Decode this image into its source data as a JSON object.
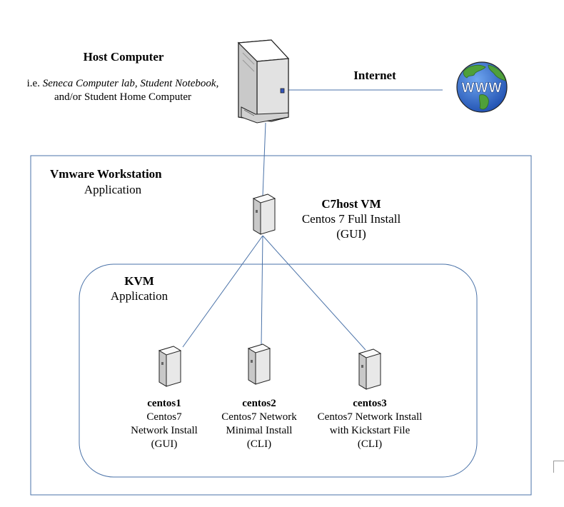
{
  "host": {
    "title": "Host Computer",
    "desc_prefix": "i.e. ",
    "desc_italic": "Seneca Computer lab, Student Notebook,",
    "desc_line2": "and/or Student Home Computer"
  },
  "internet": {
    "label": "Internet",
    "globe_text": "WWW"
  },
  "vmware": {
    "title": "Vmware Workstation",
    "subtitle": "Application"
  },
  "c7host": {
    "title": "C7host VM",
    "line1": "Centos 7 Full Install",
    "line2": "(GUI)"
  },
  "kvm": {
    "title": "KVM",
    "subtitle": "Application"
  },
  "vms": [
    {
      "name": "centos1",
      "line1": "Centos7",
      "line2": "Network Install",
      "line3": "(GUI)"
    },
    {
      "name": "centos2",
      "line1": "Centos7 Network",
      "line2": "Minimal Install",
      "line3": "(CLI)"
    },
    {
      "name": "centos3",
      "line1": "Centos7 Network Install",
      "line2": "with Kickstart File",
      "line3": "(CLI)"
    }
  ],
  "colors": {
    "line": "#4a72a8",
    "box_border": "#4a72a8",
    "globe_ocean": "#2a63c8",
    "globe_land": "#4fa03a"
  }
}
